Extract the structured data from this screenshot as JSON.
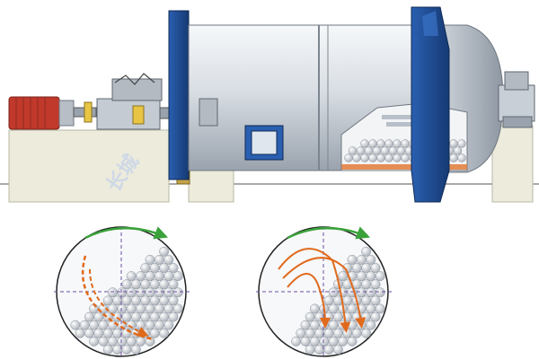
{
  "diagram": {
    "subject": "ball mill",
    "colors": {
      "background": "#ffffff",
      "shell_light": "#eef1f4",
      "shell_mid": "#c9cfd6",
      "shell_dark": "#8d96a1",
      "flange_blue": "#1f4e96",
      "motor_red": "#c0392b",
      "gear_yellow": "#e8c545",
      "base": "#e9ead9",
      "ball": "#d6d9dd",
      "ore": "#e07b3a",
      "arrow_orange": "#e06a1c",
      "rotation_green": "#3aa23a",
      "axis_purple": "#6a4fa0"
    },
    "parts": [
      "drive-motor",
      "coupling",
      "reducer",
      "pinion-gear",
      "ring-gear",
      "feed-end-flange",
      "cylinder-shell",
      "manhole-door",
      "discharge-end-flange",
      "discharge-trunnion",
      "support-bearing",
      "foundation"
    ],
    "cross_sections": [
      {
        "name": "cascading-motion",
        "rotation": "clockwise"
      },
      {
        "name": "cataracting-motion",
        "rotation": "clockwise"
      }
    ],
    "watermark_text": "长城"
  }
}
